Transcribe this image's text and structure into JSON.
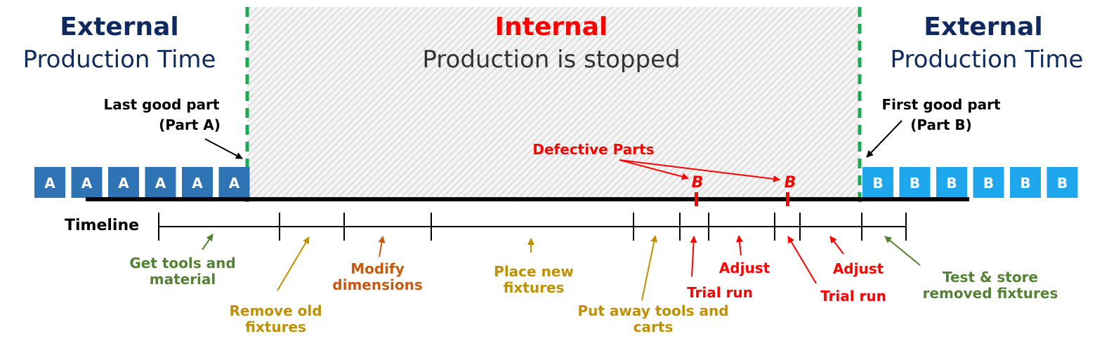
{
  "header": {
    "left_title": "External",
    "left_sub": "Production Time",
    "mid_title": "Internal",
    "mid_sub": "Production is stopped",
    "right_title": "External",
    "right_sub": "Production Time"
  },
  "callouts": {
    "last_good": "Last good part",
    "last_good_sub": "(Part A)",
    "first_good": "First good part",
    "first_good_sub": "(Part B)",
    "defective": "Defective Parts"
  },
  "parts": {
    "a_letter": "A",
    "b_letter": "B",
    "a_count": 6,
    "b_count": 6,
    "defective_letter": "B"
  },
  "timeline": {
    "label": "Timeline",
    "steps": [
      {
        "line1": "Get tools and",
        "line2": "material"
      },
      {
        "line1": "Remove old",
        "line2": "fixtures"
      },
      {
        "line1": "Modify",
        "line2": "dimensions"
      },
      {
        "line1": "Place new",
        "line2": "fixtures"
      },
      {
        "line1": "Put away tools and",
        "line2": "carts"
      },
      {
        "line1": "Trial run",
        "line2": ""
      },
      {
        "line1": "Adjust",
        "line2": ""
      },
      {
        "line1": "Trial run",
        "line2": ""
      },
      {
        "line1": "Adjust",
        "line2": ""
      },
      {
        "line1": "Test & store",
        "line2": "removed fixtures"
      }
    ]
  },
  "colors": {
    "navy": "#0f2a5f",
    "red": "#ff0000",
    "green_dash": "#1aaa55",
    "part_a": "#2e74b5",
    "part_b": "#1ea7ec",
    "olive_green": "#548235",
    "gold": "#bf9000",
    "orange": "#c55a11",
    "dark_gray": "#333333"
  }
}
